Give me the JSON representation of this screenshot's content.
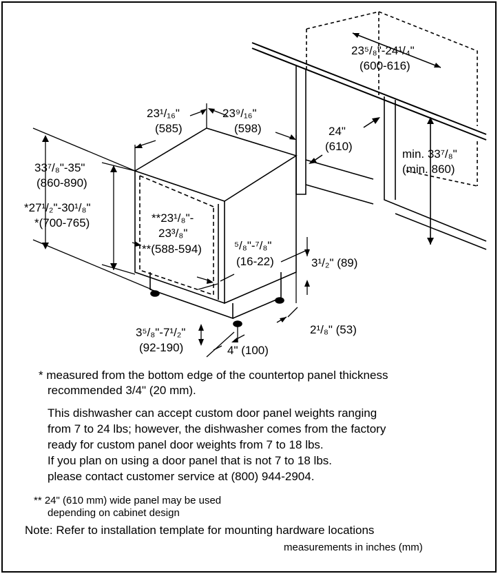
{
  "dimensions": {
    "top_width_depth": "23¹/₁₆\"",
    "top_width_depth_mm": "(585)",
    "top_width": "23⁹/₁₆\"",
    "top_width_mm": "(598)",
    "overall_height": "33⁷/₈\"-35\"",
    "overall_height_mm": "(860-890)",
    "door_height": "*27¹/₂\"-30¹/₈\"",
    "door_height_mm": "*(700-765)",
    "panel_width": "**23¹/₈\"-",
    "panel_width_2": "23³/₈\"",
    "panel_width_mm": "**(588-594)",
    "panel_thickness": "⁵/₈\"-⁷/₈\"",
    "panel_thickness_mm": "(16-22)",
    "toe_kick": "3¹/₂\" (89)",
    "foot_height": "2¹/₈\" (53)",
    "leg_adjust": "3⁵/₈\"-7¹/₂\"",
    "leg_adjust_mm": "(92-190)",
    "foot_depth": "4\" (100)",
    "cabinet_depth": "24\"",
    "cabinet_depth_mm": "(610)",
    "niche_width": "23⁵/₈\"-24¹/₄\"",
    "niche_width_mm": "(600-616)",
    "niche_height": "min. 33⁷/₈\"",
    "niche_height_mm": "(min. 860)"
  },
  "notes": {
    "star_1": "* measured from the bottom edge of the countertop panel thickness",
    "star_2": "recommended 3/4\" (20 mm).",
    "panel_1": "This dishwasher can accept custom door panel weights ranging",
    "panel_2": "from 7 to 24 lbs; however, the dishwasher comes from the factory",
    "panel_3": "ready for custom panel door weights from 7 to 18 lbs.",
    "panel_4": "If you plan on using a door panel that is not 7 to 18 lbs.",
    "panel_5": "please contact customer service at (800) 944-2904.",
    "dstar_1": "** 24\" (610 mm) wide panel may be used",
    "dstar_2": "depending on cabinet design",
    "note": "Note: Refer to installation template for mounting hardware locations",
    "units": "measurements in inches (mm)"
  }
}
